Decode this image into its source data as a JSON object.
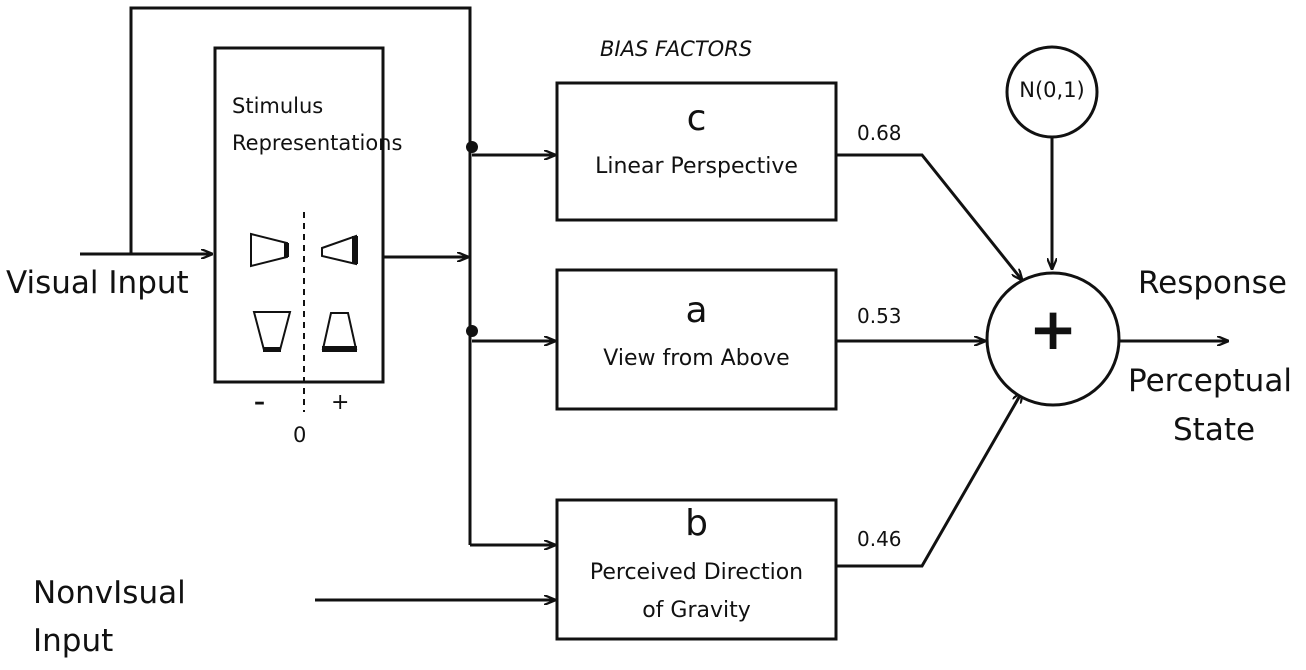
{
  "stimulus_box": {
    "title_line1": "Stimulus",
    "title_line2": "Representations",
    "axis_minus": "–",
    "axis_plus": "+",
    "axis_zero": "0"
  },
  "bias_factors_heading": "BIAS FACTORS",
  "factors": {
    "c": {
      "letter": "c",
      "label": "Linear Perspective",
      "weight": "0.68"
    },
    "a": {
      "letter": "a",
      "label": "View from Above",
      "weight": "0.53"
    },
    "b": {
      "letter": "b",
      "label_line1": "Perceived Direction",
      "label_line2": "of Gravity",
      "weight": "0.46"
    }
  },
  "noise_label": "N(0,1)",
  "sum_symbol": "+",
  "inputs": {
    "visual": "Visual Input",
    "nonvisual_line1": "NonvIsual",
    "nonvisual_line2": "Input"
  },
  "outputs": {
    "response": "Response",
    "state_line1": "Perceptual",
    "state_line2": "State"
  },
  "colors": {
    "stroke": "#111111",
    "background": "#ffffff"
  }
}
